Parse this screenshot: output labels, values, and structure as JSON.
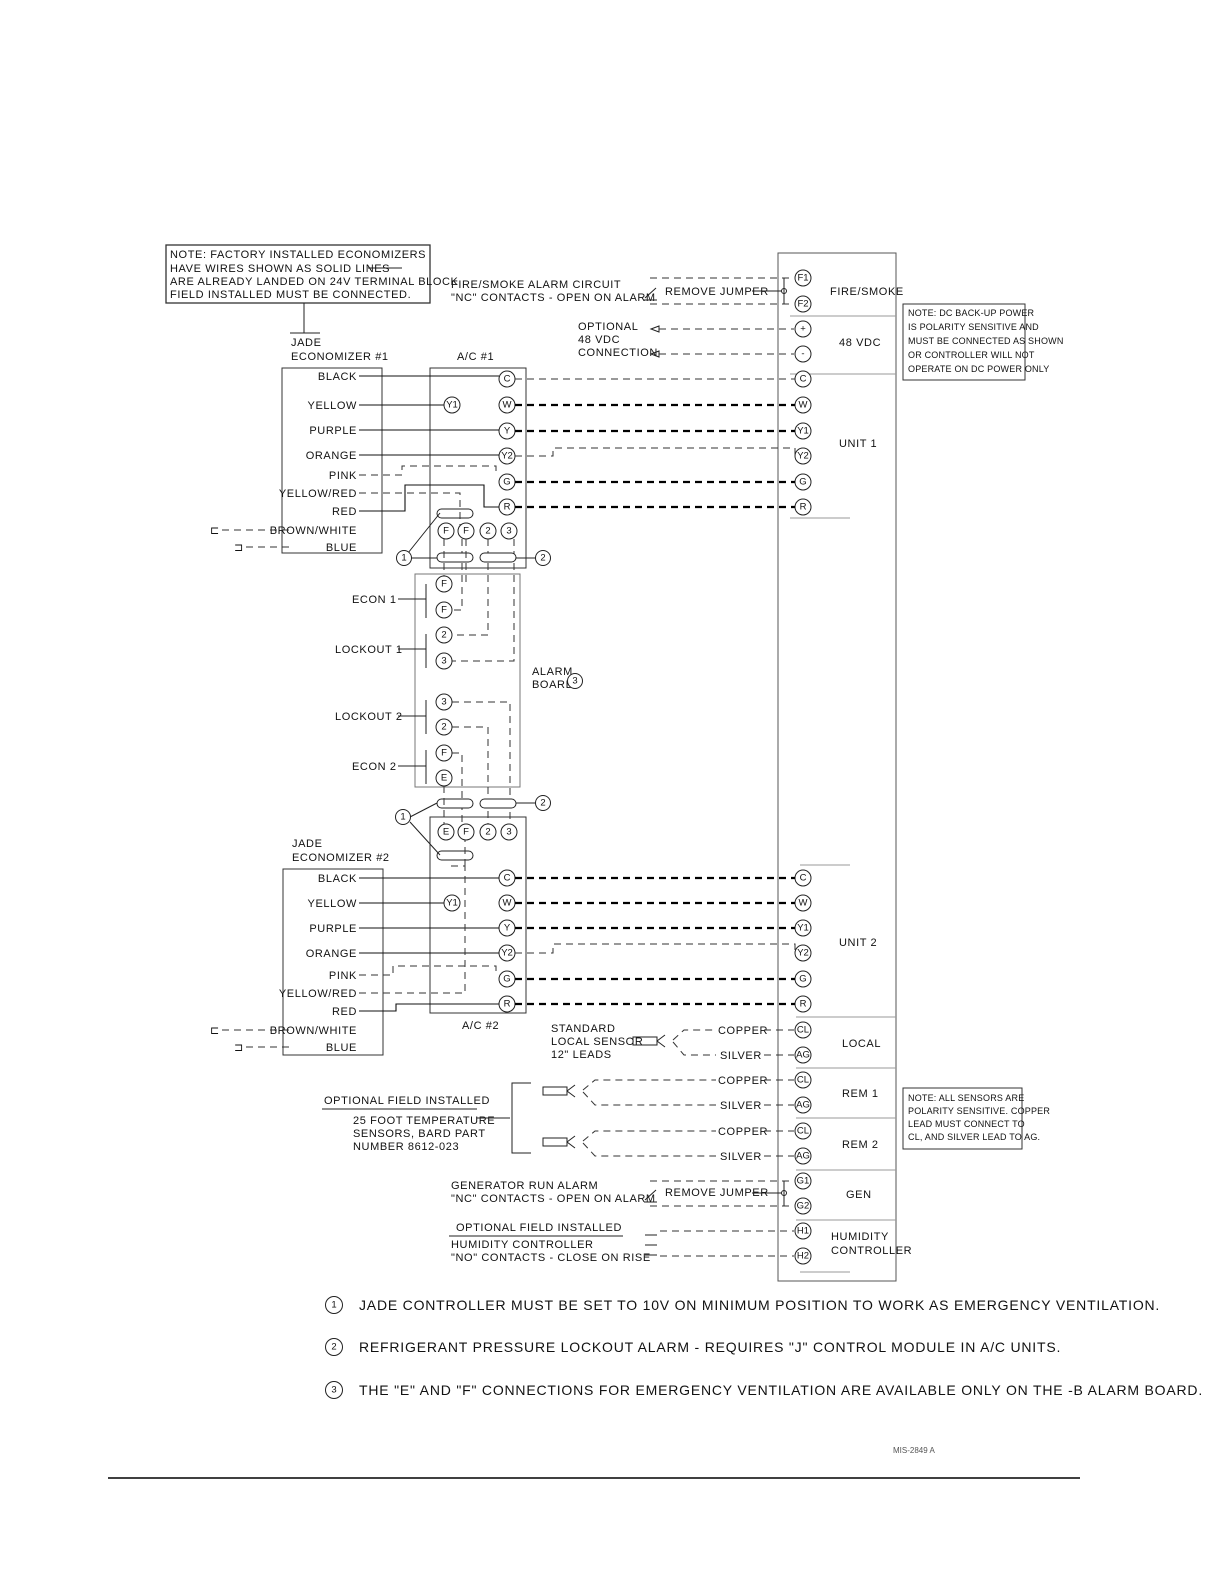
{
  "notes": {
    "factory": [
      "NOTE: FACTORY INSTALLED ECONOMIZERS",
      "HAVE WIRES SHOWN AS SOLID LINES",
      "ARE ALREADY LANDED ON 24V TERMINAL BLOCK",
      "FIELD INSTALLED MUST BE CONNECTED."
    ],
    "dc_power": [
      "NOTE: DC BACK-UP POWER",
      "IS POLARITY SENSITIVE AND",
      "MUST BE CONNECTED AS SHOWN",
      "OR CONTROLLER WILL NOT",
      "OPERATE ON DC POWER ONLY"
    ],
    "sensors": [
      "NOTE: ALL SENSORS ARE",
      "POLARITY SENSITIVE. COPPER",
      "LEAD MUST CONNECT TO",
      "CL, AND SILVER LEAD TO AG."
    ]
  },
  "economizer1": {
    "title": [
      "JADE",
      "ECONOMIZER #1"
    ],
    "wires": [
      "BLACK",
      "YELLOW",
      "PURPLE",
      "ORANGE",
      "PINK",
      "YELLOW/RED",
      "RED",
      "BROWN/WHITE",
      "BLUE"
    ]
  },
  "economizer2": {
    "title": [
      "JADE",
      "ECONOMIZER #2"
    ],
    "wires": [
      "BLACK",
      "YELLOW",
      "PURPLE",
      "ORANGE",
      "PINK",
      "YELLOW/RED",
      "RED",
      "BROWN/WHITE",
      "BLUE"
    ]
  },
  "ac1": {
    "title": "A/C #1",
    "terminals": [
      "C",
      "W",
      "Y",
      "Y2",
      "G",
      "R"
    ],
    "bottom": [
      "F",
      "F",
      "2",
      "3"
    ],
    "y1": "Y1"
  },
  "ac2": {
    "title": "A/C #2",
    "terminals": [
      "C",
      "W",
      "Y",
      "Y2",
      "G",
      "R"
    ],
    "top": [
      "E",
      "F",
      "2",
      "3"
    ],
    "y1": "Y1"
  },
  "alarm_board": {
    "title": [
      "ALARM",
      "BOARD"
    ],
    "marker": "3",
    "groups": [
      "ECON 1",
      "LOCKOUT 1",
      "LOCKOUT 2",
      "ECON 2"
    ],
    "terminals": [
      "F",
      "F",
      "2",
      "3",
      "3",
      "2",
      "F",
      "E"
    ]
  },
  "fire_smoke": {
    "text": [
      "FIRE/SMOKE ALARM CIRCUIT",
      "\"NC\" CONTACTS - OPEN ON ALARM"
    ],
    "jumper": "REMOVE JUMPER",
    "terminals": [
      "F1",
      "F2"
    ],
    "section": "FIRE/SMOKE"
  },
  "dc48": {
    "text": [
      "OPTIONAL",
      "48 VDC",
      "CONNECTION"
    ],
    "terminals": [
      "+",
      "-"
    ],
    "section": "48 VDC"
  },
  "unit1": {
    "section": "UNIT 1",
    "terminals": [
      "C",
      "W",
      "Y1",
      "Y2",
      "G",
      "R"
    ]
  },
  "unit2": {
    "section": "UNIT 2",
    "terminals": [
      "C",
      "W",
      "Y1",
      "Y2",
      "G",
      "R"
    ]
  },
  "local": {
    "text": [
      "STANDARD",
      "LOCAL SENSOR",
      "12\" LEADS"
    ],
    "copper": "COPPER",
    "silver": "SILVER",
    "section": "LOCAL",
    "terminals": [
      "CL",
      "AG"
    ]
  },
  "remote": {
    "text_top": "OPTIONAL FIELD INSTALLED",
    "text": [
      "25 FOOT TEMPERATURE",
      "SENSORS, BARD PART",
      "NUMBER 8612-023"
    ],
    "copper": "COPPER",
    "silver": "SILVER",
    "sections": [
      "REM 1",
      "REM 2"
    ],
    "terminals": [
      "CL",
      "AG"
    ]
  },
  "generator": {
    "text": [
      "GENERATOR RUN ALARM",
      "\"NC\" CONTACTS - OPEN ON ALARM"
    ],
    "jumper": "REMOVE JUMPER",
    "terminals": [
      "G1",
      "G2"
    ],
    "section": "GEN"
  },
  "humidity": {
    "text_top": "OPTIONAL FIELD INSTALLED",
    "text": [
      "HUMIDITY CONTROLLER",
      "\"NO\" CONTACTS - CLOSE ON RISE"
    ],
    "terminals": [
      "H1",
      "H2"
    ],
    "section": [
      "HUMIDITY",
      "CONTROLLER"
    ]
  },
  "markers": {
    "one": "1",
    "two": "2"
  },
  "footnotes": [
    {
      "n": "1",
      "text": "JADE CONTROLLER MUST BE SET TO 10V ON MINIMUM POSITION TO WORK AS EMERGENCY VENTILATION."
    },
    {
      "n": "2",
      "text": "REFRIGERANT PRESSURE LOCKOUT ALARM - REQUIRES \"J\" CONTROL MODULE IN A/C UNITS."
    },
    {
      "n": "3",
      "text": "THE \"E\" AND \"F\" CONNECTIONS FOR EMERGENCY VENTILATION ARE AVAILABLE ONLY ON THE -B ALARM BOARD."
    }
  ],
  "drawing_number": "MIS-2849 A"
}
